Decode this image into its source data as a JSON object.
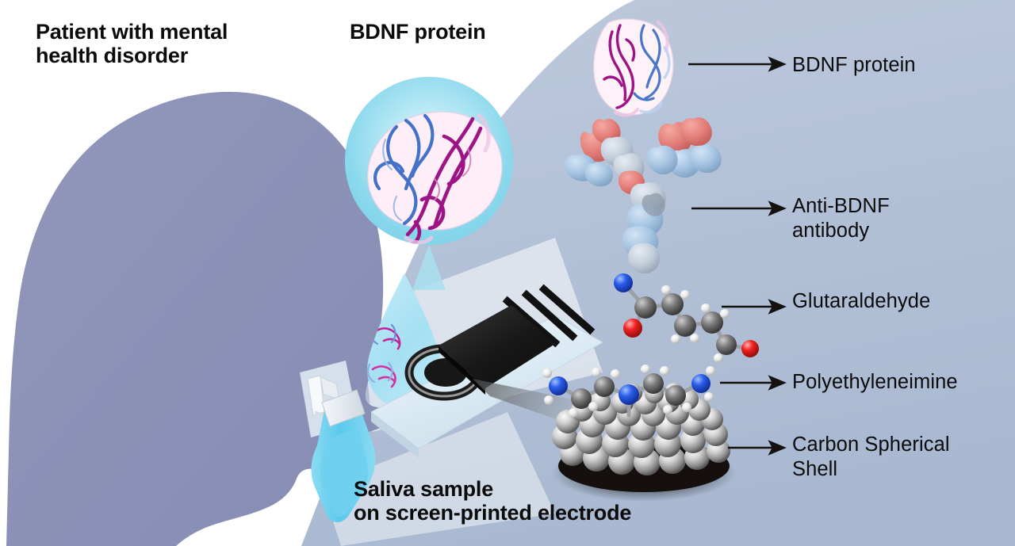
{
  "figure": {
    "type": "scientific-graphical-abstract",
    "topic": "Saliva BDNF detection on screen-printed electrode"
  },
  "headings": {
    "patient": "Patient with mental\nhealth disorder",
    "bdnf_protein": "BDNF protein",
    "saliva_sample": "Saliva sample\non screen-printed electrode"
  },
  "callouts": [
    {
      "id": "bdnf-protein",
      "label": "BDNF protein"
    },
    {
      "id": "anti-bdnf-antibody",
      "label": "Anti-BDNF\nantibody"
    },
    {
      "id": "glutaraldehyde",
      "label": "Glutaraldehyde"
    },
    {
      "id": "polyethyleneimine",
      "label": "Polyethyleneimine"
    },
    {
      "id": "carbon-spherical-shell",
      "label": "Carbon Spherical\nShell"
    }
  ],
  "colors": {
    "background": "#ffffff",
    "panel_blue_gray_top": "#b9c6da",
    "panel_blue_gray_bottom": "#aebdd3",
    "head_silhouette": "#8d93b8",
    "droplet_cyan": "#a9e2f3",
    "inset_circle_cyan": "#8fdcee",
    "tube_liquid": "#6fd2ef",
    "electrode_black": "#1b1b1b",
    "slide_glass": "#dbeaf3",
    "carbon_sphere_light": "#e8e8e8",
    "carbon_sphere_dark": "#5e5e5e",
    "antibody_pink": "#e8837f",
    "antibody_blue": "#9dbfdf",
    "protein_ribbon_magenta": "#a01a86",
    "protein_ribbon_blue": "#3f6fc4",
    "atom_nitrogen": "#1140d8",
    "atom_oxygen": "#ee1a1a",
    "atom_carbon": "#6f6f6f",
    "atom_hydrogen": "#f2f2f2",
    "arrow_stroke": "#14120f",
    "text": "#0b0b0b"
  },
  "icons": {
    "arrow": "arrow-right-icon",
    "head": "head-silhouette-icon",
    "droplet": "saliva-droplet-icon",
    "tube": "collection-tube-icon",
    "swab": "collection-swab-icon",
    "electrode": "screen-printed-electrode-icon",
    "magnifier_inset": "magnified-circle-inset",
    "antibody": "y-shaped-antibody-icon",
    "molecule_glut": "glutaraldehyde-molecule-icon",
    "molecule_pei": "polyethyleneimine-molecule-icon",
    "carbon_shell": "carbon-spherical-shell-icon"
  }
}
